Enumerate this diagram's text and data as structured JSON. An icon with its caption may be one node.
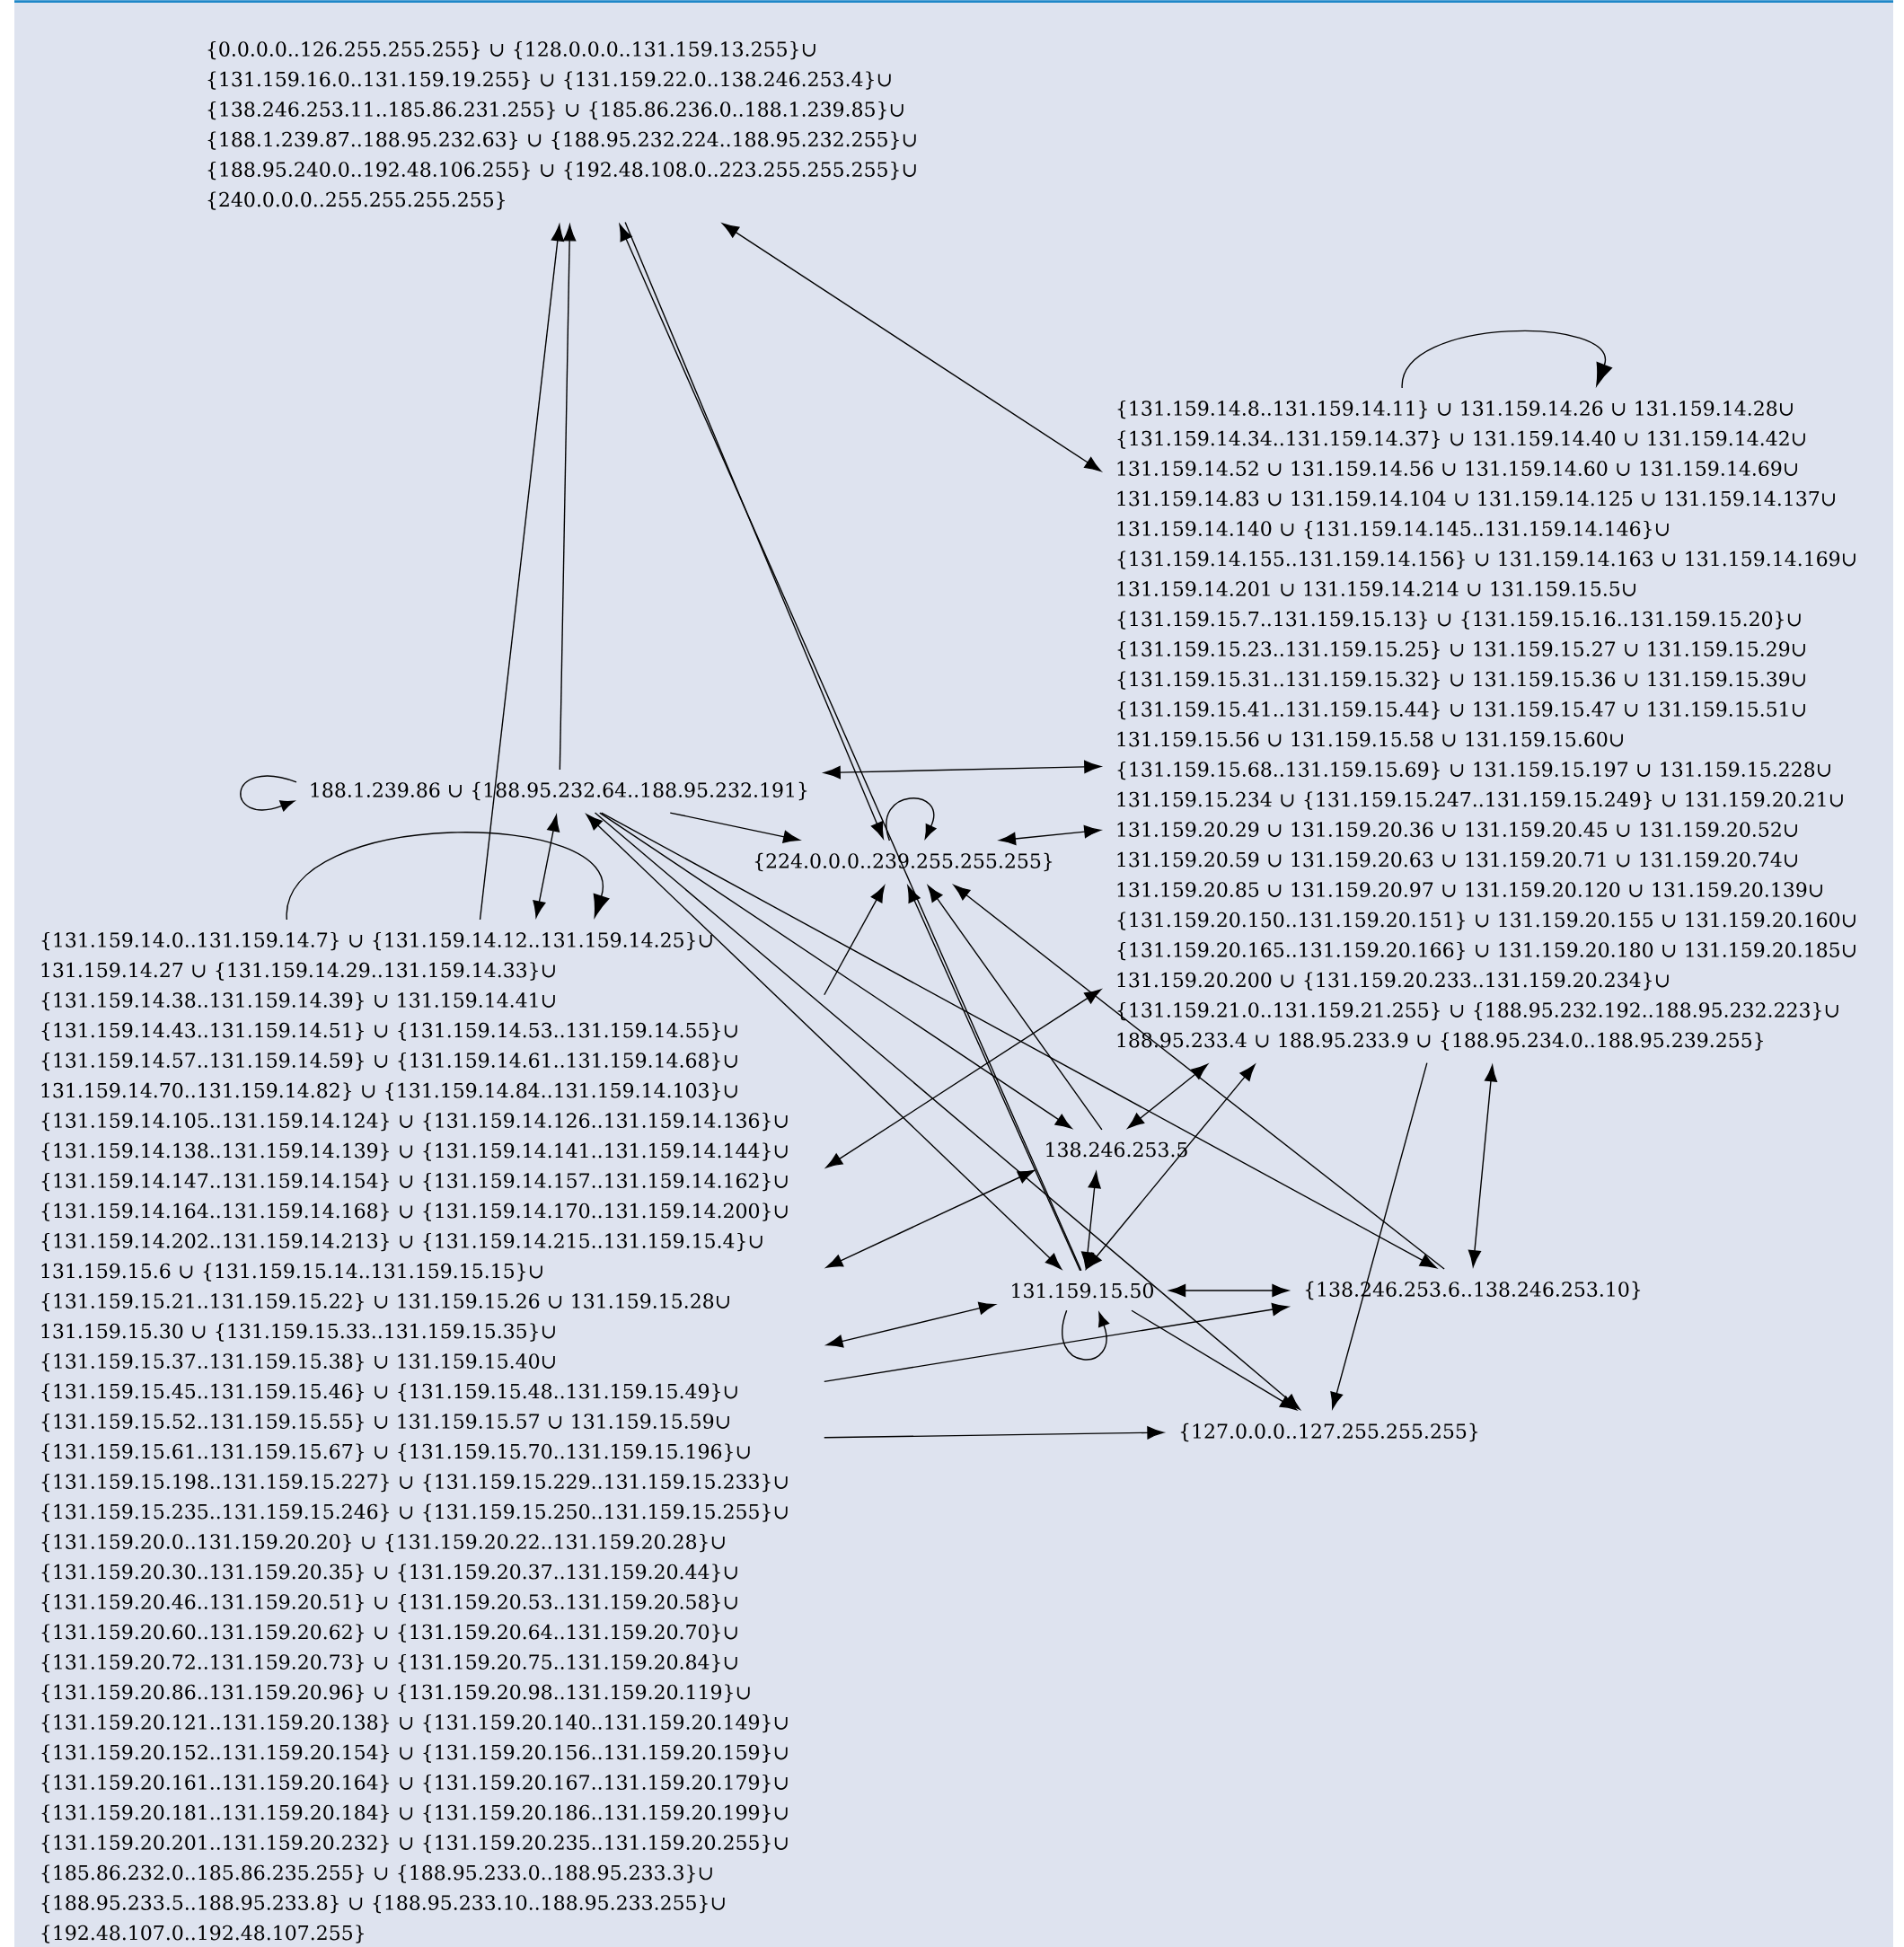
{
  "diagram": {
    "nodes": [
      {
        "text": [
          "{0.0.0.0..126.255.255.255} ∪ {128.0.0.0..131.159.13.255}∪ {131.159.16.0..131.159.19.255} ∪ {131.159.22.0..138.246.253.4}∪ {138.246.253.11..185.86.231.255} ∪ {185.86.236.0..188.1.239.85}∪ {188.1.239.87..188.95.232.63} ∪ {188.95.232.224..188.95.232.255}∪ {188.95.240.0..192.48.106.255} ∪ {192.48.108.0..223.255.255.255}∪ {240.0.0.0..255.255.255.255}"
        ]
      },
      {
        "text": [
          "{131.159.14.8..131.159.14.11} ∪ 131.159.14.26 ∪ 131.159.14.28∪ {131.159.14.34..131.159.14.37} ∪ 131.159.14.40 ∪ 131.159.14.42∪ 131.159.14.52 ∪ 131.159.14.56 ∪ 131.159.14.60 ∪ 131.159.14.69∪ 131.159.14.83 ∪ 131.159.14.104 ∪ 131.159.14.125 ∪ 131.159.14.137∪ 131.159.14.140 ∪ {131.159.14.145..131.159.14.146}∪ {131.159.14.155..131.159.14.156} ∪ 131.159.14.163 ∪ 131.159.14.169∪ 131.159.14.201 ∪ 131.159.14.214 ∪ 131.159.15.5∪ {131.159.15.7..131.159.15.13} ∪ {131.159.15.16..131.159.15.20}∪ {131.159.15.23..131.159.15.25} ∪ 131.159.15.27 ∪ 131.159.15.29∪ {131.159.15.31..131.159.15.32} ∪ 131.159.15.36 ∪ 131.159.15.39∪ {131.159.15.41..131.159.15.44} ∪ 131.159.15.47 ∪ 131.159.15.51∪ 131.159.15.56 ∪ 131.159.15.58 ∪ 131.159.15.60∪ {131.159.15.68..131.159.15.69} ∪ 131.159.15.197 ∪ 131.159.15.228∪ 131.159.15.234 ∪ {131.159.15.247..131.159.15.249} ∪ 131.159.20.21∪ 131.159.20.29 ∪ 131.159.20.36 ∪ 131.159.20.45 ∪ 131.159.20.52∪ 131.159.20.59 ∪ 131.159.20.63 ∪ 131.159.20.71 ∪ 131.159.20.74∪ 131.159.20.85 ∪ 131.159.20.97 ∪ 131.159.20.120 ∪ 131.159.20.139∪ {131.159.20.150..131.159.20.151} ∪ 131.159.20.155 ∪ 131.159.20.160∪ {131.159.20.165..131.159.20.166} ∪ 131.159.20.180 ∪ 131.159.20.185∪ 131.159.20.200 ∪ {131.159.20.233..131.159.20.234}∪ {131.159.21.0..131.159.21.255} ∪ {188.95.232.192..188.95.232.223}∪ 188.95.233.4 ∪ 188.95.233.9 ∪ {188.95.234.0..188.95.239.255}"
        ]
      },
      {
        "text": [
          "188.1.239.86 ∪ {188.95.232.64..188.95.232.191}"
        ]
      },
      {
        "text": [
          "{224.0.0.0..239.255.255.255}"
        ]
      },
      {
        "text": [
          "{131.159.14.0..131.159.14.7} ∪ {131.159.14.12..131.159.14.25}∪ 131.159.14.27 ∪ {131.159.14.29..131.159.14.33}∪ {131.159.14.38..131.159.14.39} ∪ 131.159.14.41∪ {131.159.14.43..131.159.14.51} ∪ {131.159.14.53..131.159.14.55}∪ {131.159.14.57..131.159.14.59} ∪ {131.159.14.61..131.159.14.68}∪ 131.159.14.70..131.159.14.82} ∪ {131.159.14.84..131.159.14.103}∪ {131.159.14.105..131.159.14.124} ∪ {131.159.14.126..131.159.14.136}∪ {131.159.14.138..131.159.14.139} ∪ {131.159.14.141..131.159.14.144}∪ {131.159.14.147..131.159.14.154} ∪ {131.159.14.157..131.159.14.162}∪ {131.159.14.164..131.159.14.168} ∪ {131.159.14.170..131.159.14.200}∪ {131.159.14.202..131.159.14.213} ∪ {131.159.14.215..131.159.15.4}∪ 131.159.15.6 ∪ {131.159.15.14..131.159.15.15}∪ {131.159.15.21..131.159.15.22} ∪ 131.159.15.26 ∪ 131.159.15.28∪ 131.159.15.30 ∪ {131.159.15.33..131.159.15.35}∪ {131.159.15.37..131.159.15.38} ∪ 131.159.15.40∪ {131.159.15.45..131.159.15.46} ∪ {131.159.15.48..131.159.15.49}∪ {131.159.15.52..131.159.15.55} ∪ 131.159.15.57 ∪ 131.159.15.59∪ {131.159.15.61..131.159.15.67} ∪ {131.159.15.70..131.159.15.196}∪ {131.159.15.198..131.159.15.227} ∪ {131.159.15.229..131.159.15.233}∪ {131.159.15.235..131.159.15.246} ∪ {131.159.15.250..131.159.15.255}∪ {131.159.20.0..131.159.20.20} ∪ {131.159.20.22..131.159.20.28}∪ {131.159.20.30..131.159.20.35} ∪ {131.159.20.37..131.159.20.44}∪ {131.159.20.46..131.159.20.51} ∪ {131.159.20.53..131.159.20.58}∪ {131.159.20.60..131.159.20.62} ∪ {131.159.20.64..131.159.20.70}∪ {131.159.20.72..131.159.20.73} ∪ {131.159.20.75..131.159.20.84}∪ {131.159.20.86..131.159.20.96} ∪ {131.159.20.98..131.159.20.119}∪ {131.159.20.121..131.159.20.138} ∪ {131.159.20.140..131.159.20.149}∪ {131.159.20.152..131.159.20.154} ∪ {131.159.20.156..131.159.20.159}∪ {131.159.20.161..131.159.20.164} ∪ {131.159.20.167..131.159.20.179}∪ {131.159.20.181..131.159.20.184} ∪ {131.159.20.186..131.159.20.199}∪ {131.159.20.201..131.159.20.232} ∪ {131.159.20.235..131.159.20.255}∪ {185.86.232.0..185.86.235.255} ∪ {188.95.233.0..188.95.233.3}∪ {188.95.233.5..188.95.233.8} ∪ {188.95.233.10..188.95.233.255}∪ {192.48.107.0..192.48.107.255}"
        ]
      },
      {
        "text": [
          "138.246.253.5"
        ]
      },
      {
        "text": [
          "131.159.15.50"
        ]
      },
      {
        "text": [
          "{138.246.253.6..138.246.253.10}"
        ]
      },
      {
        "text": [
          "{127.0.0.0..127.255.255.255}"
        ]
      }
    ],
    "edges": [
      {
        "from": 2,
        "to": 0,
        "arrow": "to"
      },
      {
        "from": 4,
        "to": 0,
        "arrow": "to"
      },
      {
        "from": 6,
        "to": 0,
        "arrow": "to"
      },
      {
        "from": 0,
        "to": 3,
        "arrow": "to"
      },
      {
        "from": 0,
        "to": 1,
        "arrow": "both"
      },
      {
        "from": 2,
        "to": 1,
        "arrow": "both"
      },
      {
        "from": 2,
        "to": 3,
        "arrow": "to"
      },
      {
        "from": 3,
        "to": 1,
        "arrow": "both"
      },
      {
        "from": 2,
        "to": 4,
        "arrow": "both"
      },
      {
        "from": 2,
        "to": 2,
        "arrow": "to"
      },
      {
        "from": 4,
        "to": 4,
        "arrow": "to"
      },
      {
        "from": 1,
        "to": 1,
        "arrow": "to"
      },
      {
        "from": 3,
        "to": 3,
        "arrow": "to"
      },
      {
        "from": 6,
        "to": 6,
        "arrow": "to"
      },
      {
        "from": 2,
        "to": 6,
        "arrow": "both"
      },
      {
        "from": 2,
        "to": 5,
        "arrow": "to"
      },
      {
        "from": 2,
        "to": 7,
        "arrow": "to"
      },
      {
        "from": 2,
        "to": 8,
        "arrow": "to"
      },
      {
        "from": 4,
        "to": 3,
        "arrow": "to"
      },
      {
        "from": 6,
        "to": 3,
        "arrow": "to"
      },
      {
        "from": 5,
        "to": 3,
        "arrow": "to"
      },
      {
        "from": 7,
        "to": 3,
        "arrow": "to"
      },
      {
        "from": 4,
        "to": 1,
        "arrow": "both"
      },
      {
        "from": 5,
        "to": 1,
        "arrow": "both"
      },
      {
        "from": 6,
        "to": 1,
        "arrow": "both"
      },
      {
        "from": 4,
        "to": 5,
        "arrow": "both"
      },
      {
        "from": 5,
        "to": 6,
        "arrow": "both"
      },
      {
        "from": 4,
        "to": 6,
        "arrow": "both"
      },
      {
        "from": 6,
        "to": 7,
        "arrow": "both"
      },
      {
        "from": 4,
        "to": 7,
        "arrow": "to"
      },
      {
        "from": 4,
        "to": 8,
        "arrow": "to"
      },
      {
        "from": 6,
        "to": 8,
        "arrow": "to"
      },
      {
        "from": 1,
        "to": 8,
        "arrow": "to"
      },
      {
        "from": 1,
        "to": 7,
        "arrow": "both"
      }
    ]
  }
}
